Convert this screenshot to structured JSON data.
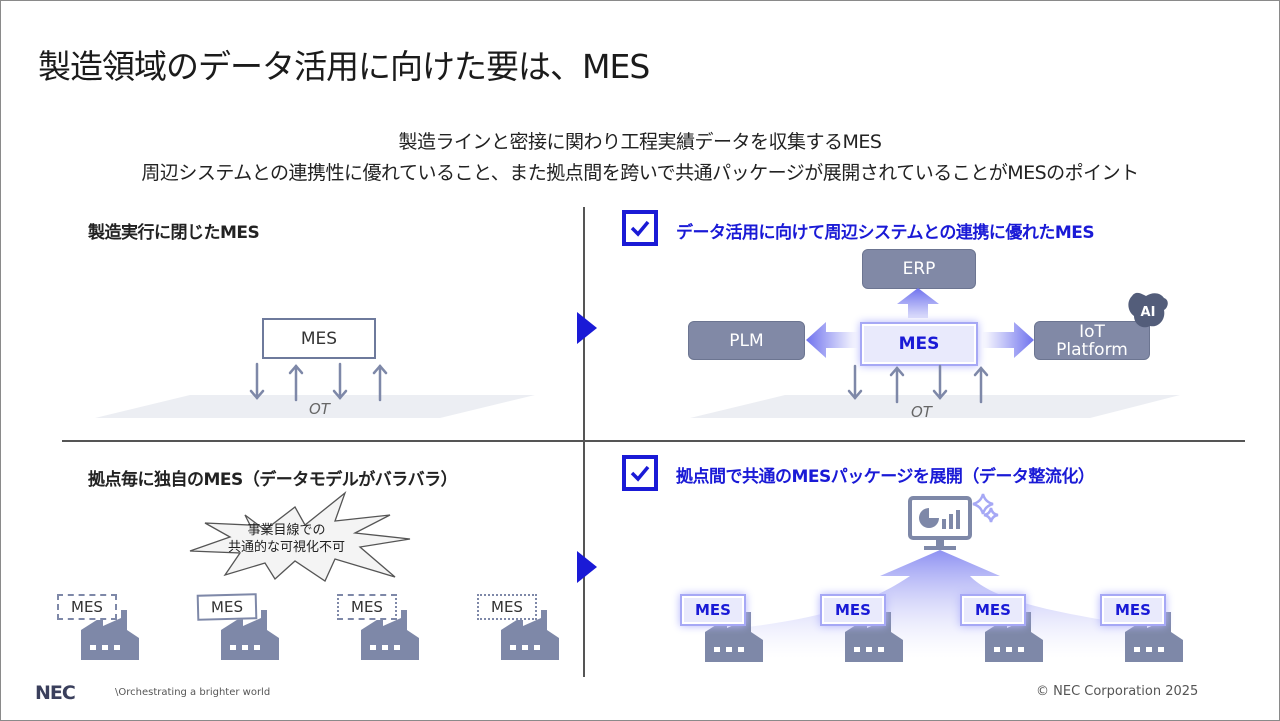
{
  "slide": {
    "title": "製造領域のデータ活用に向けた要は、MES",
    "subtitle_line1": "製造ラインと密接に関わり工程実績データを収集するMES",
    "subtitle_line2": "周辺システムとの連携性に優れていること、また拠点間を跨いで共通パッケージが展開されていることがMESのポイント"
  },
  "quadrants": {
    "top_left": {
      "heading": "製造実行に閉じたMES",
      "mes_label": "MES",
      "ot_label": "OT"
    },
    "top_right": {
      "heading": "データ活用に向けて周辺システムとの連携に優れたMES",
      "icon": "checkbox-checked-icon",
      "erp_label": "ERP",
      "plm_label": "PLM",
      "mes_label": "MES",
      "iot_label_line1": "IoT",
      "iot_label_line2": "Platform",
      "ai_badge": "AI",
      "ot_label": "OT"
    },
    "bottom_left": {
      "heading": "拠点毎に独自のMES（データモデルがバラバラ）",
      "burst_line1": "事業目線での",
      "burst_line2": "共通的な可視化不可",
      "factories": [
        {
          "label": "MES",
          "style": "dashed"
        },
        {
          "label": "MES",
          "style": "skewed"
        },
        {
          "label": "MES",
          "style": "dash-dot"
        },
        {
          "label": "MES",
          "style": "dotted"
        }
      ]
    },
    "bottom_right": {
      "heading": "拠点間で共通のMESパッケージを展開（データ整流化）",
      "icon": "checkbox-checked-icon",
      "dashboard_icon": "monitor-chart-icon",
      "factories": [
        {
          "label": "MES"
        },
        {
          "label": "MES"
        },
        {
          "label": "MES"
        },
        {
          "label": "MES"
        }
      ]
    }
  },
  "footer": {
    "logo": "NEC",
    "tagline": "\\Orchestrating a brighter world",
    "copyright": "© NEC Corporation 2025"
  },
  "colors": {
    "accent_blue": "#1a1ad6",
    "system_box": "#8189a6",
    "factory": "#7e88a8",
    "glow": "#a6a8f5"
  }
}
